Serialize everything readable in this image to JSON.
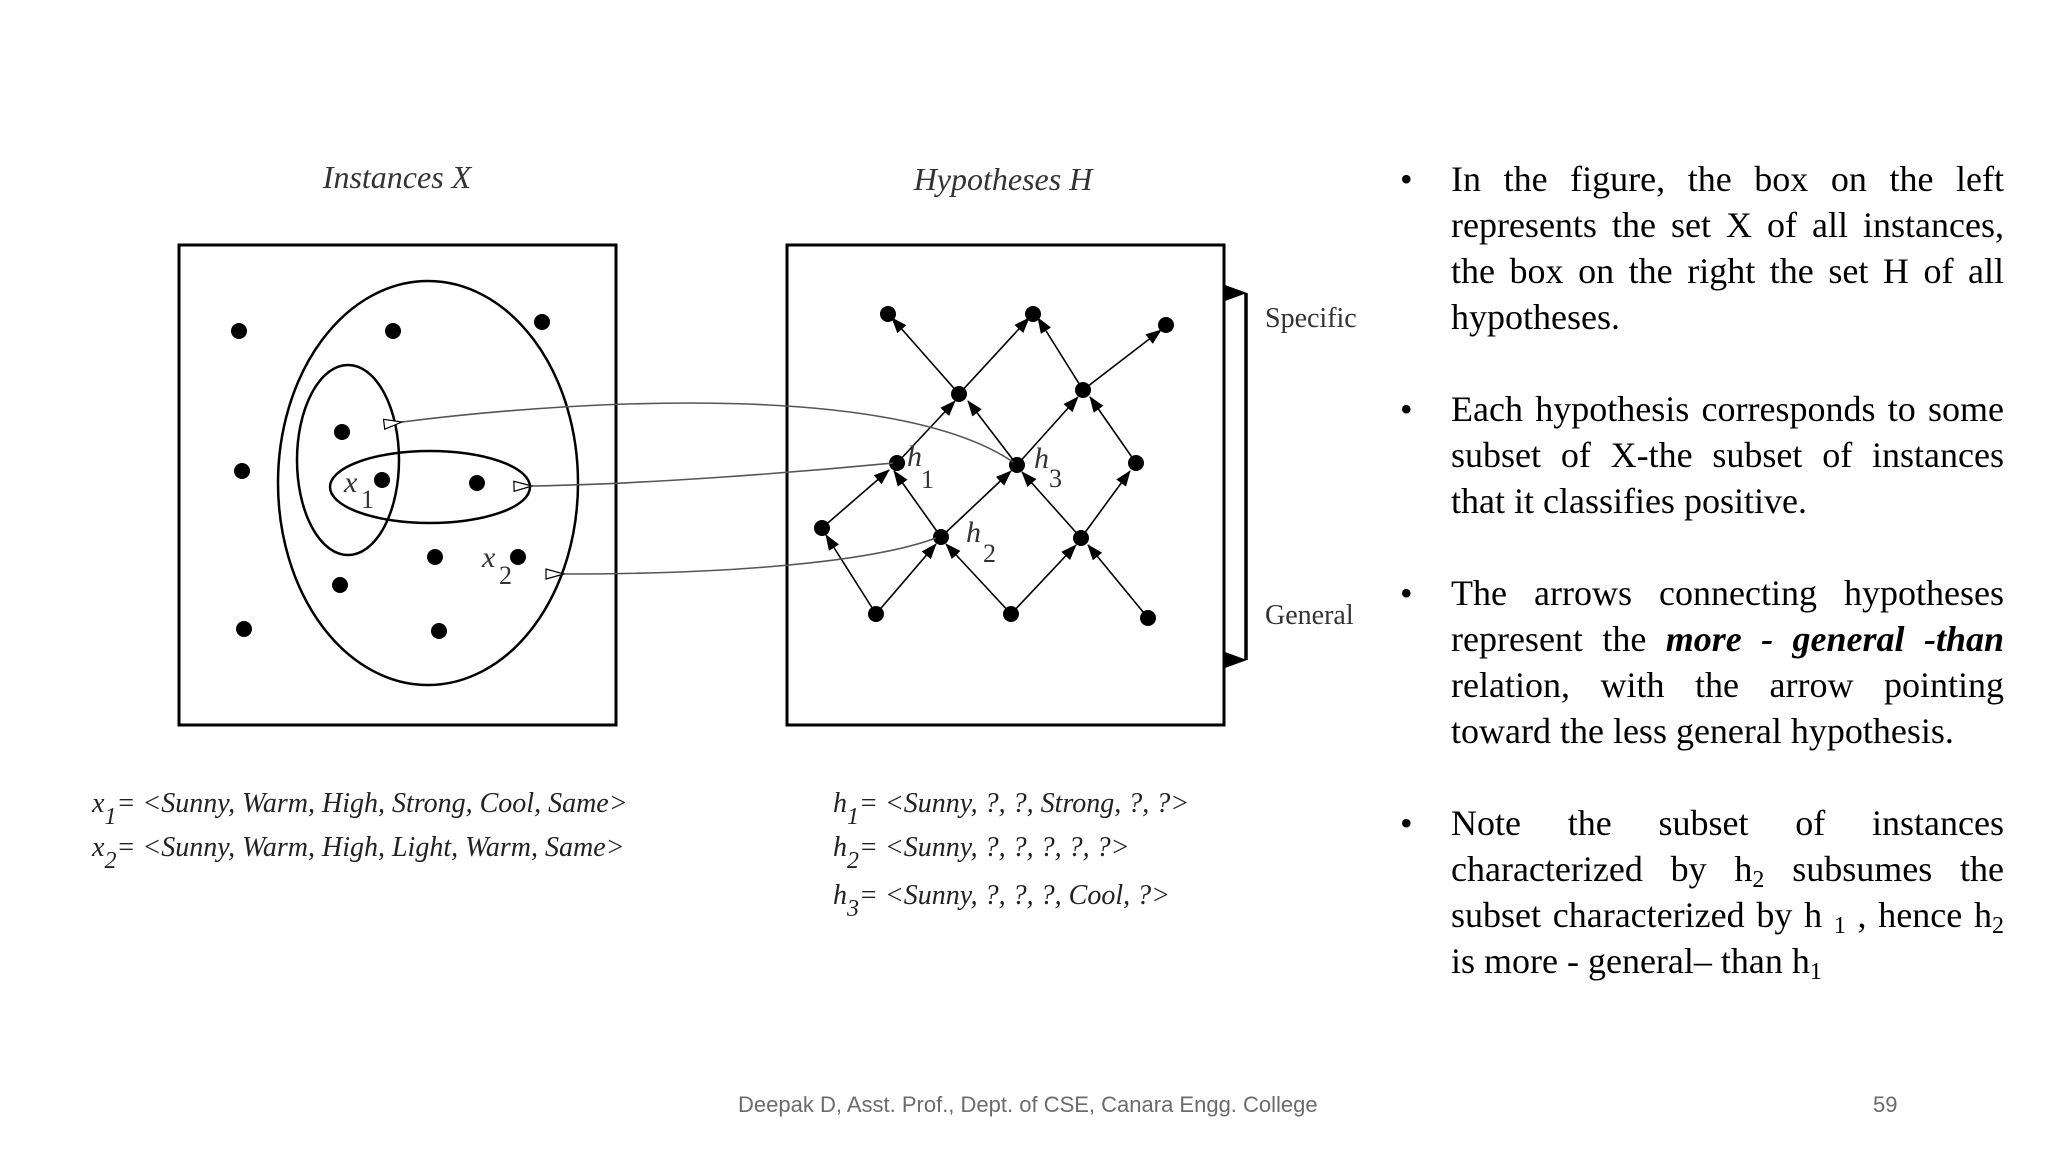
{
  "diagram": {
    "instances_title": "Instances X",
    "hypotheses_title": "Hypotheses H",
    "specific_label": "Specific",
    "general_label": "General",
    "x1_var": "x",
    "x1_sub": "1",
    "x2_var": "x",
    "x2_sub": "2",
    "h1_var": "h",
    "h1_sub": "1",
    "h2_var": "h",
    "h2_sub": "2",
    "h3_var": "h",
    "h3_sub": "3"
  },
  "definitions": {
    "x1": {
      "var": "x",
      "sub": "1",
      "value": "= <Sunny, Warm, High, Strong, Cool, Same>"
    },
    "x2": {
      "var": "x",
      "sub": "2",
      "value": "= <Sunny, Warm, High, Light, Warm, Same>"
    },
    "h1": {
      "var": "h",
      "sub": "1",
      "value": "= <Sunny, ?, ?, Strong, ?, ?>"
    },
    "h2": {
      "var": "h",
      "sub": "2",
      "value": "= <Sunny, ?, ?, ?, ?, ?>"
    },
    "h3": {
      "var": "h",
      "sub": "3",
      "value": "= <Sunny, ?, ?, ?, Cool, ?>"
    }
  },
  "bullets": {
    "marker": "•",
    "b1": "In the figure, the box on the left represents the set X of all instances, the box on the right the set H of all hypotheses.",
    "b2": "Each hypothesis corresponds to some subset of  X-the subset of instances that it classifies positive.",
    "b3_pre": "The arrows connecting hypotheses represent the ",
    "b3_em": "more - general -than",
    "b3_post": " relation, with the arrow pointing toward the less general hypothesis.",
    "b4_a": "Note the subset of instances characterized by h",
    "b4_sub1": "2",
    "b4_b": " subsumes the subset characterized by h ",
    "b4_sub2": "1",
    "b4_c": " , hence h",
    "b4_sub3": "2",
    "b4_d": " is more - general– than h",
    "b4_sub4": "1"
  },
  "footer": {
    "credit": "Deepak D, Asst. Prof., Dept. of CSE, Canara Engg. College",
    "page_number": "59"
  }
}
